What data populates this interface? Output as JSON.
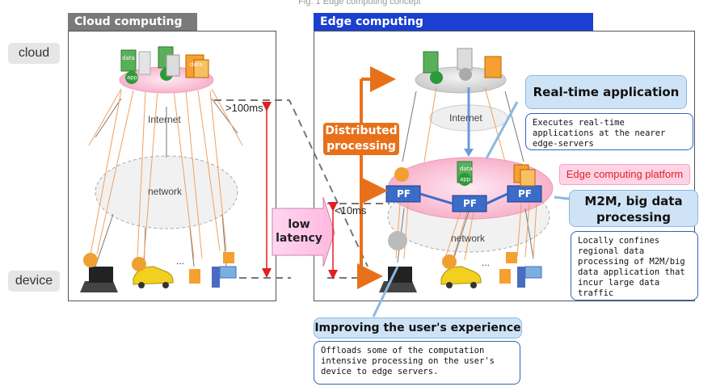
{
  "top_title": "Fig. 1 Edge computing concept",
  "row_labels": {
    "cloud": "cloud",
    "device": "device"
  },
  "cloud_panel": {
    "title": "Cloud computing",
    "internet_label": "Internet",
    "network_label": "network",
    "latency_label": ">100ms",
    "ellipsis": "..."
  },
  "edge_panel": {
    "title": "Edge computing",
    "internet_label": "Internet",
    "network_label": "network",
    "latency_label": "<10ms",
    "ellipsis": "..."
  },
  "low_latency": {
    "line1": "low",
    "line2": "latency"
  },
  "distributed": {
    "line1": "Distributed",
    "line2": "processing"
  },
  "edge_platform_label": "Edge computing platform",
  "pf_label": "PF",
  "icons": {
    "data": "data",
    "app": "app"
  },
  "callouts": {
    "realtime": {
      "title": "Real-time application",
      "body": "Executes real-time applications at the nearer edge-servers"
    },
    "m2m": {
      "title_line1": "M2M, big data",
      "title_line2": "processing",
      "body": "Locally confines regional data processing of M2M/big data application that incur large data traffic"
    },
    "experience": {
      "title": "Improving the user's experience",
      "body": "Offloads some of the computation intensive processing on the user's device to edge servers."
    }
  },
  "colors": {
    "cloud_header": "#7a7a7a",
    "edge_header": "#1a3fd1",
    "orange": "#e8701a",
    "red": "#e02020",
    "pink": "#ffd3e6",
    "callout_fill": "#cfe3f7"
  }
}
